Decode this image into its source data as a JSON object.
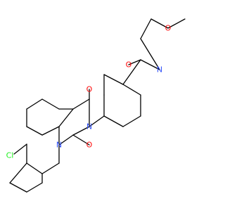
{
  "molecule": {
    "atoms": [
      {
        "id": "o-methoxy",
        "label": "O",
        "color": "#ff0d0d"
      },
      {
        "id": "o-amide",
        "label": "O",
        "color": "#ff0d0d"
      },
      {
        "id": "n-amide",
        "label": "N",
        "color": "#3050f8"
      },
      {
        "id": "o-c4",
        "label": "O",
        "color": "#ff0d0d"
      },
      {
        "id": "n3",
        "label": "N",
        "color": "#3050f8"
      },
      {
        "id": "o-c2",
        "label": "O",
        "color": "#ff0d0d"
      },
      {
        "id": "n1",
        "label": "N",
        "color": "#3050f8"
      },
      {
        "id": "cl",
        "label": "Cl",
        "color": "#1ff01f"
      }
    ]
  }
}
